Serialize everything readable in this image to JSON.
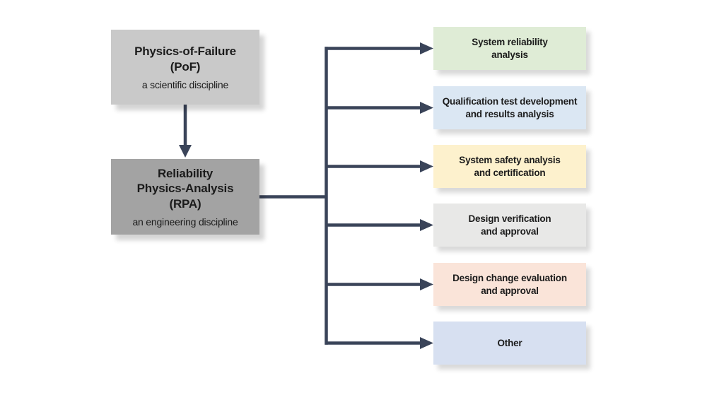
{
  "colors": {
    "connector": "#3a4459",
    "text": "#1b1b1b",
    "pof_bg": "#c9c9c9",
    "rpa_bg": "#a3a3a3"
  },
  "left_boxes": {
    "pof": {
      "title": "Physics-of-Failure\n(PoF)",
      "subtitle": "a scientific discipline"
    },
    "rpa": {
      "title": "Reliability\nPhysics-Analysis\n(RPA)",
      "subtitle": "an engineering discipline"
    }
  },
  "right_boxes": [
    {
      "label": "System reliability\nanalysis",
      "bg": "#dfecd6"
    },
    {
      "label": "Qualification test development\nand results analysis",
      "bg": "#dbe7f3"
    },
    {
      "label": "System safety analysis\nand certification",
      "bg": "#fdf1cd"
    },
    {
      "label": "Design verification\nand approval",
      "bg": "#e8e8e7"
    },
    {
      "label": "Design change evaluation\nand approval",
      "bg": "#fae4d9"
    },
    {
      "label": "Other",
      "bg": "#d7e0f1"
    }
  ]
}
